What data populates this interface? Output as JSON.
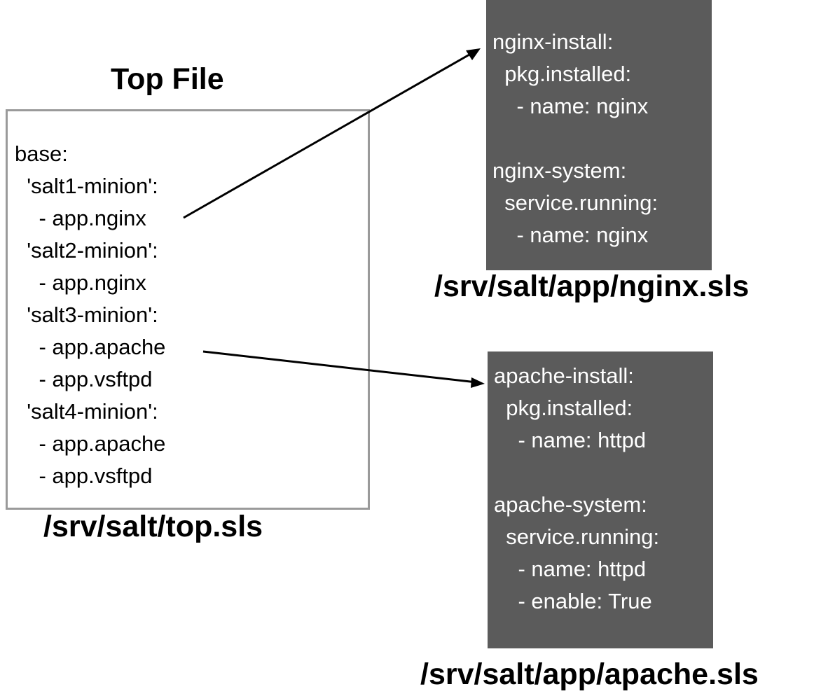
{
  "top_file": {
    "title": "Top File",
    "caption": "/srv/salt/top.sls",
    "lines": [
      "base:",
      "  'salt1-minion':",
      "    - app.nginx",
      "  'salt2-minion':",
      "    - app.nginx",
      "  'salt3-minion':",
      "    - app.apache",
      "    - app.vsftpd",
      "  'salt4-minion':",
      "    - app.apache",
      "    - app.vsftpd"
    ]
  },
  "nginx_sls": {
    "caption": "/srv/salt/app/nginx.sls",
    "lines": [
      "nginx-install:",
      "  pkg.installed:",
      "    - name: nginx",
      "",
      "nginx-system:",
      "  service.running:",
      "    - name: nginx"
    ]
  },
  "apache_sls": {
    "caption": "/srv/salt/app/apache.sls",
    "lines": [
      "apache-install:",
      "  pkg.installed:",
      "    - name: httpd",
      "",
      "apache-system:",
      "  service.running:",
      "    - name: httpd",
      "    - enable: True"
    ]
  },
  "colors": {
    "box_border": "#9a9a9a",
    "dark_box": "#5b5b5b",
    "dark_box_text": "#ffffff",
    "arrow": "#000000"
  }
}
